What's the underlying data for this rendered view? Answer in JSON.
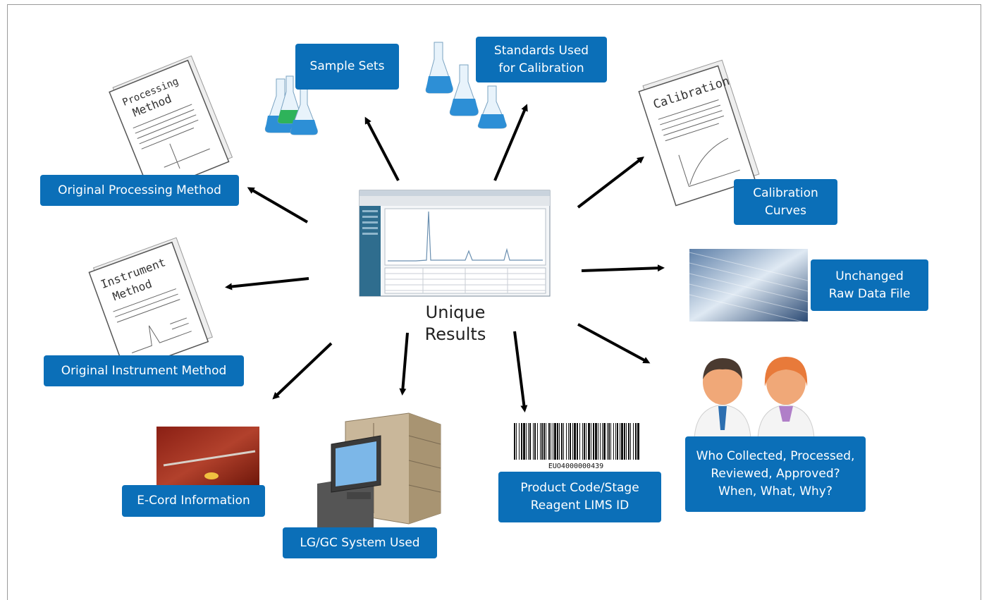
{
  "center": {
    "line1": "Unique",
    "line2": "Results"
  },
  "labels": {
    "sample_sets": "Sample Sets",
    "standards_line1": "Standards Used",
    "standards_line2": "for Calibration",
    "processing_method": "Original Processing Method",
    "instrument_method": "Original Instrument Method",
    "ecord": "E-Cord Information",
    "system": "LG/GC System Used",
    "product_line1": "Product Code/Stage",
    "product_line2": "Reagent LIMS ID",
    "who_line1": "Who Collected, Processed,",
    "who_line2": "Reviewed, Approved?",
    "who_line3": "When, What, Why?",
    "calib_line1": "Calibration",
    "calib_line2": "Curves",
    "raw_line1": "Unchanged",
    "raw_line2": "Raw Data File"
  },
  "doc_titles": {
    "processing_line1": "Processing",
    "processing_line2": "Method",
    "instrument_line1": "Instrument",
    "instrument_line2": "Method",
    "calibration": "Calibration"
  },
  "barcode_text": "EUO4000000439",
  "colors": {
    "label_bg": "#0b6fb8",
    "label_text": "#ffffff",
    "arrow": "#000000"
  }
}
